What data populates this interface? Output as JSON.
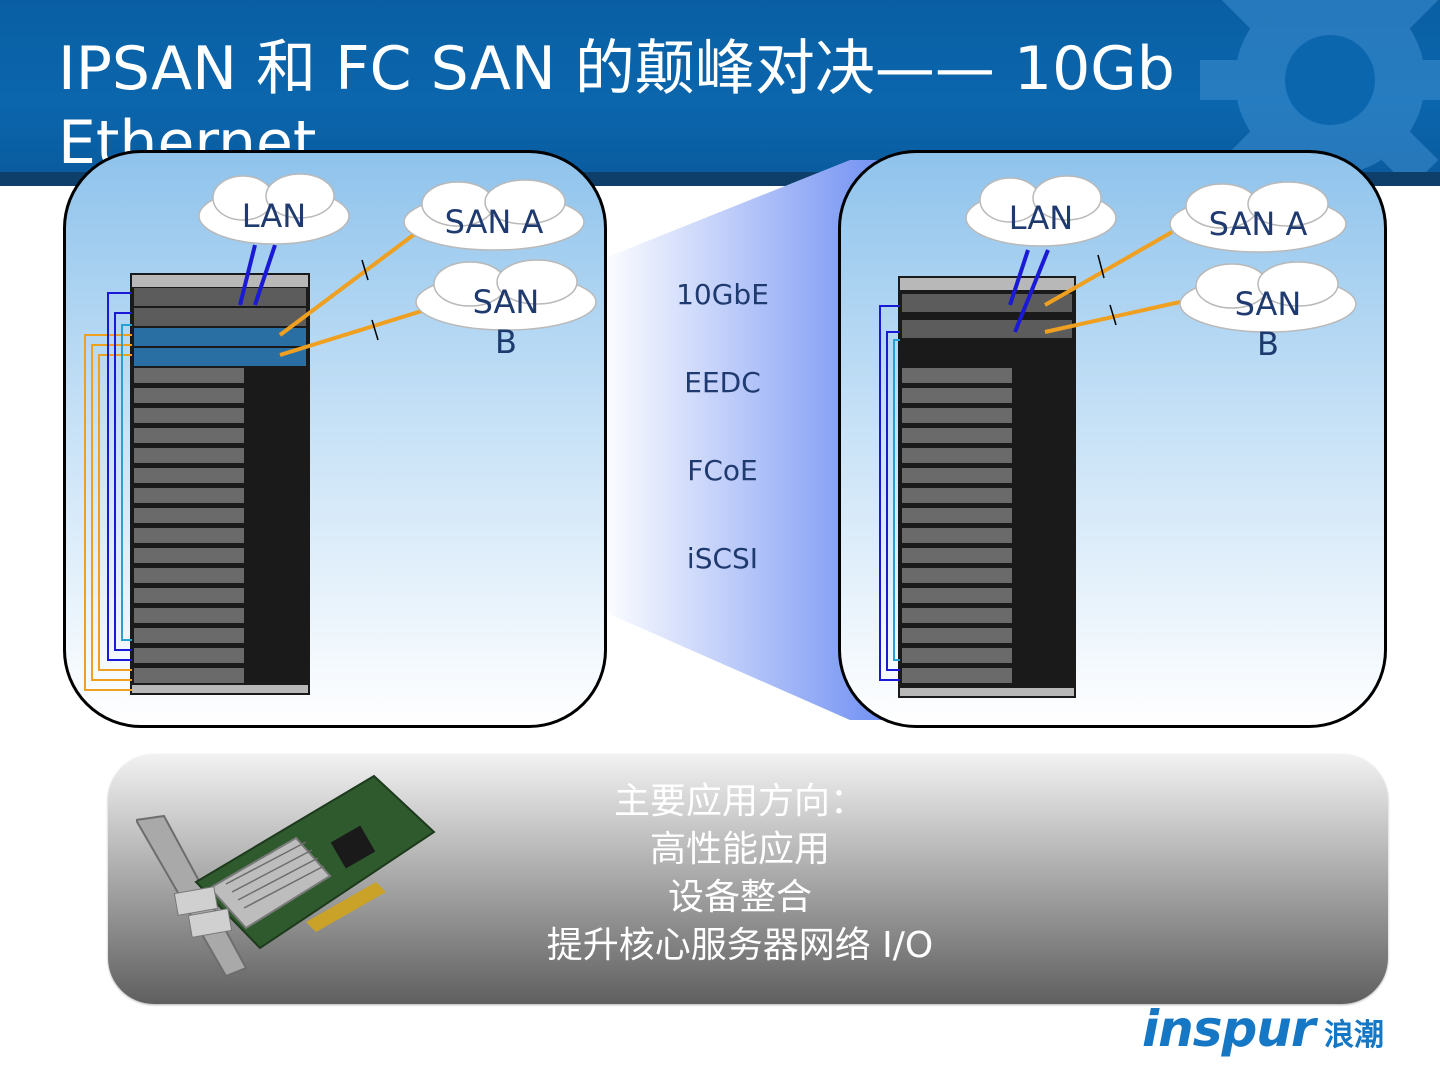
{
  "slide": {
    "title_line1": "IPSAN 和 FC SAN 的颠峰对决—— 10Gb",
    "title_line2": "Ethernet"
  },
  "left_panel": {
    "clouds": {
      "lan": "LAN",
      "san_a": "SAN A",
      "san_b": "SAN B"
    }
  },
  "right_panel": {
    "clouds": {
      "lan": "LAN",
      "san_a": "SAN A",
      "san_b": "SAN B"
    }
  },
  "technologies": [
    "10GbE",
    "EEDC",
    "FCoE",
    "iSCSI"
  ],
  "applications": {
    "heading": "主要应用方向：",
    "items": [
      "高性能应用",
      "设备整合",
      "提升核心服务器网络 I/O"
    ]
  },
  "logo": {
    "brand": "inspur",
    "chinese": "浪潮"
  },
  "colors": {
    "header_blue": "#0b66ad",
    "lan_link": "#1a1ad6",
    "san_link": "#f0a020",
    "label_text": "#1f3a6e"
  }
}
